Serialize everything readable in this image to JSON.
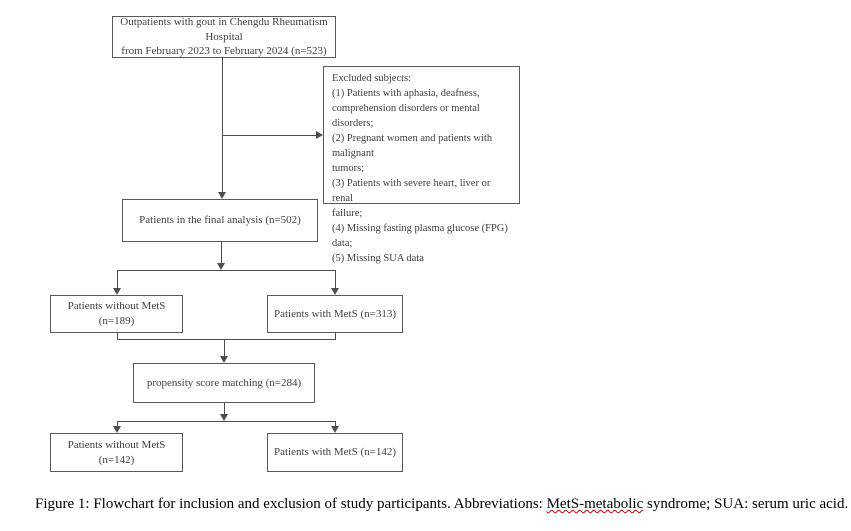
{
  "flowchart": {
    "top_box": {
      "line1": "Outpatients with gout in Chengdu Rheumatism Hospital",
      "line2": "from February 2023 to February 2024 (n=523)"
    },
    "excluded_box": {
      "lines": [
        "Excluded subjects:",
        "(1) Patients with aphasia, deafness,",
        "comprehension disorders or mental disorders;",
        "(2) Pregnant women and patients with malignant",
        "tumors;",
        "(3) Patients with severe heart, liver or renal",
        "failure;",
        "(4) Missing fasting plasma glucose (FPG) data;",
        "(5) Missing SUA data"
      ]
    },
    "final_analysis_box": "Patients in the final analysis (n=502)",
    "without_mets_box": "Patients without MetS (n=189)",
    "with_mets_box": "Patients with MetS (n=313)",
    "psm_box": "propensity score matching (n=284)",
    "without_mets_matched_box": "Patients without MetS (n=142)",
    "with_mets_matched_box": "Patients with MetS (n=142)"
  },
  "caption": {
    "prefix": "Figure 1: Flowchart for inclusion and exclusion of study participants. Abbreviations: ",
    "misspelled": "MetS-metabolic",
    "suffix": " syndrome; SUA: serum uric acid."
  },
  "colors": {
    "box_border": "#595959",
    "connector": "#4d4d4d",
    "box_text": "#3f3f3f",
    "caption_text": "#000000",
    "spellcheck_underline": "#cc0000",
    "background": "#ffffff"
  }
}
